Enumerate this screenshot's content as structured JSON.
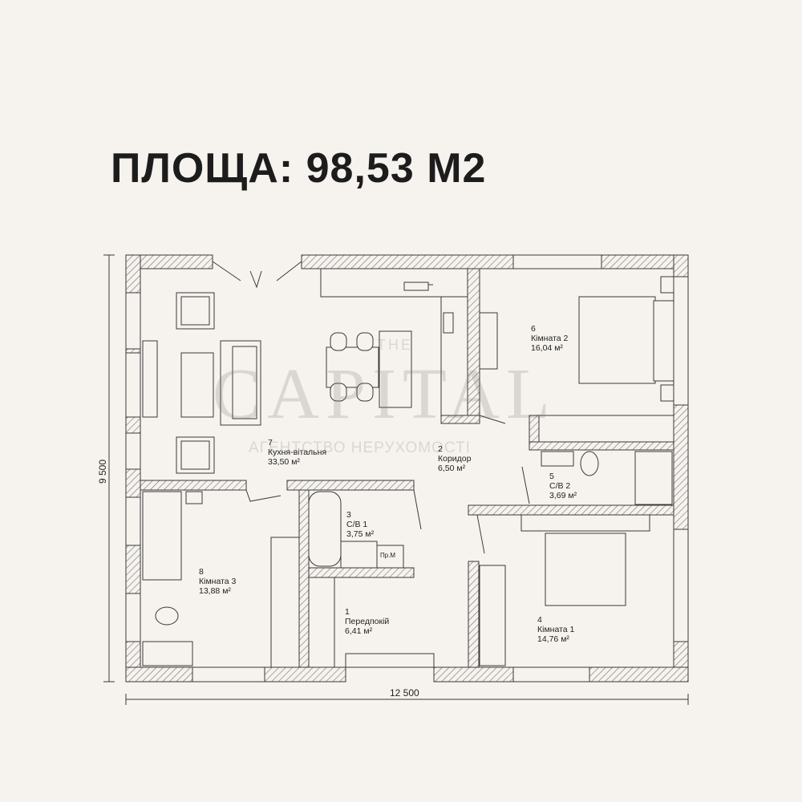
{
  "title": "ПЛОЩА: 98,53 М2",
  "dimensions": {
    "width": "12 500",
    "height": "9 500"
  },
  "watermark": {
    "top": "THE",
    "main": "CAPITAL",
    "sub": "АГЕНТСТВО НЕРУХОМОСТІ"
  },
  "rooms": [
    {
      "number": "1",
      "name": "Передпокій",
      "area": "6,41 м²"
    },
    {
      "number": "2",
      "name": "Коридор",
      "area": "6,50 м²"
    },
    {
      "number": "3",
      "name": "С/В 1",
      "area": "3,75 м²"
    },
    {
      "number": "4",
      "name": "Кімната 1",
      "area": "14,76 м²"
    },
    {
      "number": "5",
      "name": "С/В 2",
      "area": "3,69 м²"
    },
    {
      "number": "6",
      "name": "Кімната 2",
      "area": "16,04 м²"
    },
    {
      "number": "7",
      "name": "Кухня-вітальня",
      "area": "33,50 м²"
    },
    {
      "number": "8",
      "name": "Кімната 3",
      "area": "13,88 м²"
    }
  ],
  "fixture_label": "Пр.М",
  "colors": {
    "background": "#f6f3ee",
    "wall_hatch": "#7a7a7a",
    "line": "#3a3a3a"
  }
}
